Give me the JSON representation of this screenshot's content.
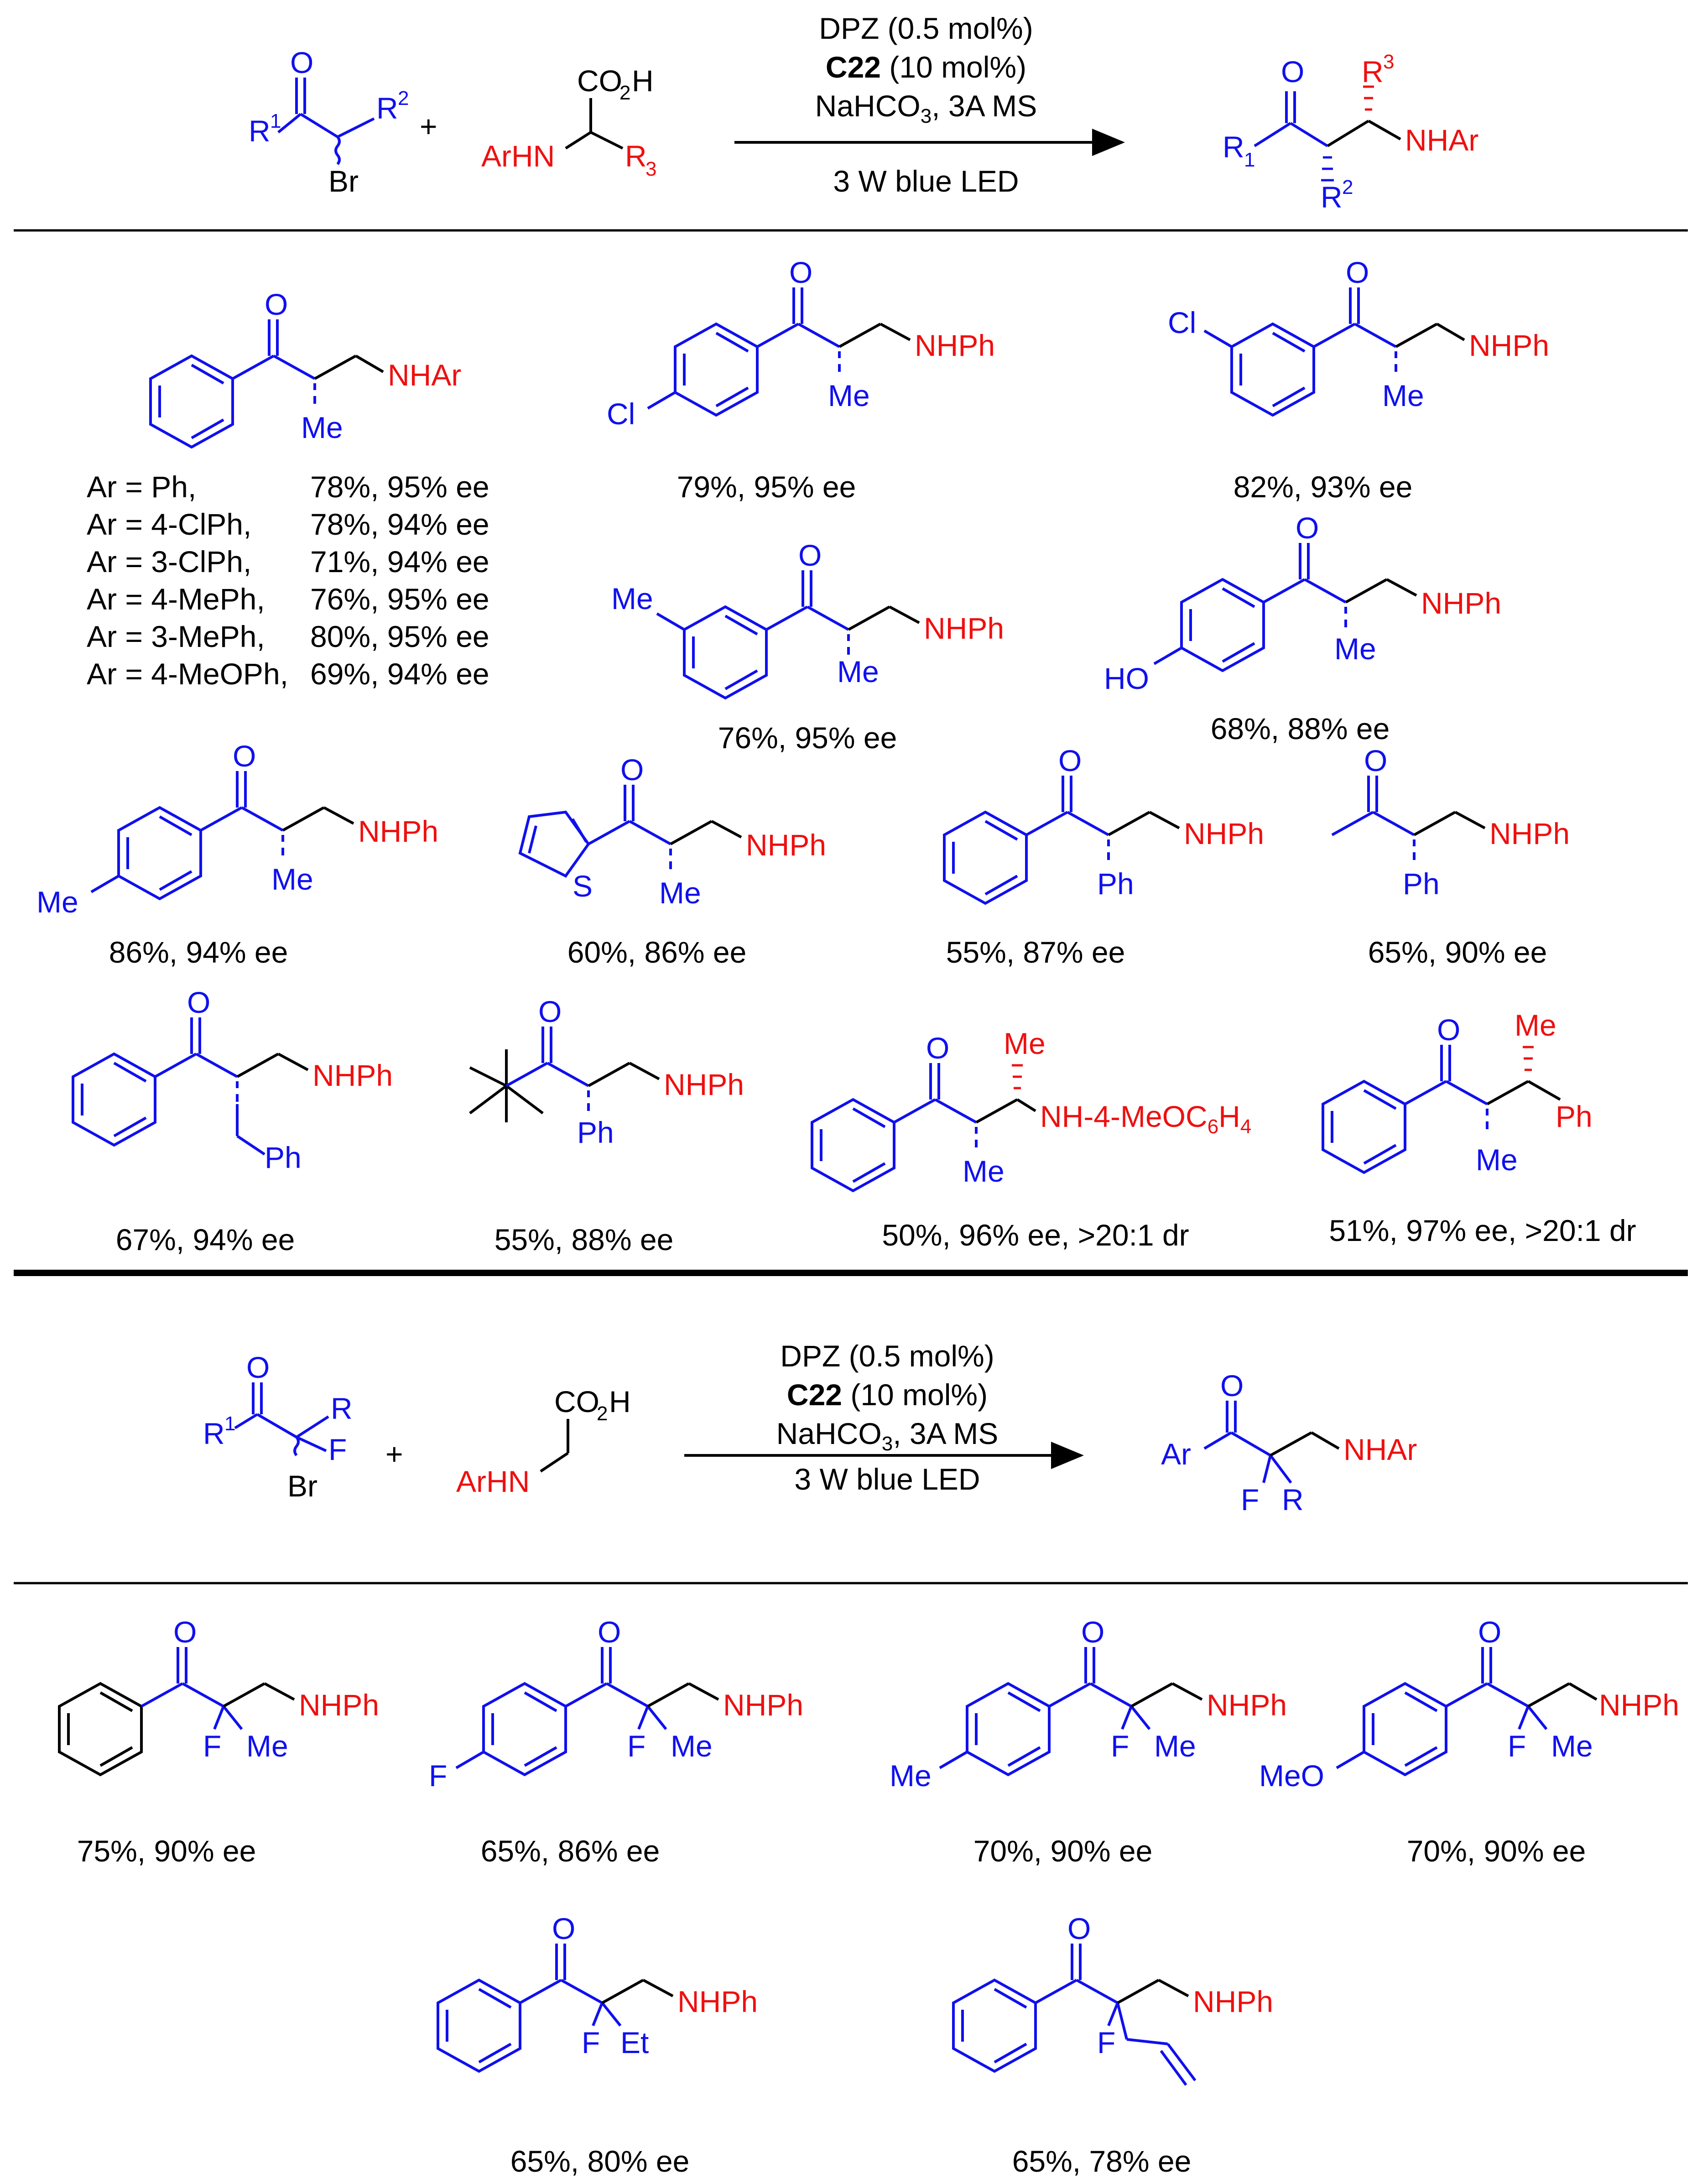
{
  "scheme1": {
    "conditions": [
      "DPZ (0.5 mol%)",
      "C22",
      " (10 mol%)",
      "NaHCO",
      "3",
      ", 3A MS",
      "3 W blue LED"
    ],
    "plus": "+",
    "reactant1_labels": [
      "O",
      "R",
      "1",
      "R",
      "2",
      "Br"
    ],
    "reactant2_labels": [
      "CO",
      "2",
      "H",
      "ArHN",
      "R",
      "3"
    ],
    "product_labels": [
      "O",
      "R",
      "1",
      "R",
      "2",
      "R",
      "3",
      "NHAr"
    ]
  },
  "panel1": {
    "products": [
      {
        "labels": [
          "O",
          "NHAr",
          "Me"
        ]
      },
      {
        "labels": [
          "O",
          "NHPh",
          "Me",
          "Cl"
        ],
        "caption": "79%, 95% ee"
      },
      {
        "labels": [
          "O",
          "NHPh",
          "Me",
          "Cl"
        ],
        "caption": "82%, 93% ee"
      },
      {
        "labels": [
          "O",
          "NHPh",
          "Me",
          "Me"
        ],
        "caption": "76%, 95% ee"
      },
      {
        "labels": [
          "O",
          "NHPh",
          "Me",
          "HO"
        ],
        "caption": "68%, 88% ee"
      },
      {
        "labels": [
          "O",
          "NHPh",
          "Me",
          "Me"
        ],
        "caption": "86%, 94% ee"
      },
      {
        "labels": [
          "O",
          "NHPh",
          "Me",
          "S"
        ],
        "caption": "60%, 86% ee"
      },
      {
        "labels": [
          "O",
          "NHPh",
          "Ph"
        ],
        "caption": "55%, 87% ee"
      },
      {
        "labels": [
          "O",
          "NHPh",
          "Ph"
        ],
        "caption": "65%, 90% ee"
      },
      {
        "labels": [
          "O",
          "NHPh",
          "Ph"
        ],
        "caption": "67%, 94% ee"
      },
      {
        "labels": [
          "O",
          "NHPh",
          "Ph"
        ],
        "caption": "55%, 88% ee"
      },
      {
        "labels": [
          "O",
          "Me",
          "NH-4-MeOC",
          "6",
          "H",
          "4",
          "Me"
        ],
        "caption": "50%, 96% ee, >20:1 dr"
      },
      {
        "labels": [
          "O",
          "Me",
          "Ph",
          "Me"
        ],
        "caption": "51%, 97% ee, >20:1 dr"
      }
    ],
    "ar_table": [
      {
        "ar": "Ar = Ph,",
        "result": "78%, 95% ee"
      },
      {
        "ar": "Ar = 4-ClPh,",
        "result": "78%, 94% ee"
      },
      {
        "ar": "Ar = 3-ClPh,",
        "result": "71%, 94% ee"
      },
      {
        "ar": "Ar = 4-MePh,",
        "result": "76%, 95% ee"
      },
      {
        "ar": "Ar = 3-MePh,",
        "result": "80%, 95% ee"
      },
      {
        "ar": "Ar = 4-MeOPh,",
        "result": "69%, 94% ee"
      }
    ]
  },
  "scheme2": {
    "conditions": [
      "DPZ (0.5 mol%)",
      "C22",
      " (10 mol%)",
      "NaHCO",
      "3",
      ", 3A MS",
      "3 W blue LED"
    ],
    "plus": "+",
    "reactant1_labels": [
      "O",
      "R",
      "1",
      "R",
      "F",
      "Br"
    ],
    "reactant2_labels": [
      "CO",
      "2",
      "H",
      "ArHN"
    ],
    "product_labels": [
      "O",
      "Ar",
      "NHAr",
      "F",
      "R"
    ]
  },
  "panel2": {
    "products": [
      {
        "labels": [
          "O",
          "NHPh",
          "F",
          "Me"
        ],
        "caption": "75%, 90% ee"
      },
      {
        "labels": [
          "O",
          "NHPh",
          "F",
          "Me",
          "F"
        ],
        "caption": "65%, 86% ee"
      },
      {
        "labels": [
          "O",
          "NHPh",
          "F",
          "Me",
          "Me"
        ],
        "caption": "70%, 90% ee"
      },
      {
        "labels": [
          "O",
          "NHPh",
          "F",
          "Me",
          "MeO"
        ],
        "caption": "70%, 90% ee"
      },
      {
        "labels": [
          "O",
          "NHPh",
          "F",
          "Et"
        ],
        "caption": "65%, 80% ee"
      },
      {
        "labels": [
          "O",
          "NHPh",
          "F"
        ],
        "caption": "65%, 78% ee"
      }
    ]
  },
  "colors": {
    "substrate": "#1010ee",
    "reagent": "#ee1010",
    "text": "#000000"
  }
}
